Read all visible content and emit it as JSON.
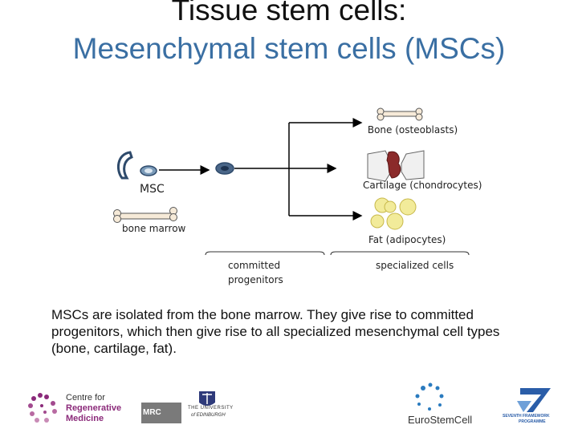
{
  "title": {
    "line1": "Tissue stem cells:",
    "line2": "Mesenchymal stem cells (MSCs)"
  },
  "diagram": {
    "labels": {
      "msc": "MSC",
      "bone_marrow": "bone marrow",
      "bone": "Bone (osteoblasts)",
      "cartilage": "Cartilage (chondrocytes)",
      "fat": "Fat (adipocytes)",
      "committed_line1": "committed",
      "committed_line2": "progenitors",
      "specialized": "specialized cells"
    }
  },
  "caption": "MSCs are isolated from the bone marrow. They give rise to committed progenitors, which then give rise to all specialized mesenchymal cell types (bone, cartilage, fat).",
  "logos": {
    "crm_line1": "Centre for",
    "crm_line2": "Regenerative",
    "crm_line3": "Medicine",
    "mrc": "MRC",
    "edinburgh_line1": "THE UNIVERSITY",
    "edinburgh_line2": "of EDINBURGH",
    "eurostemcell": "EuroStemCell",
    "fp7_line1": "SEVENTH FRAMEWORK",
    "fp7_line2": "PROGRAMME"
  },
  "colors": {
    "title_blue": "#3a6fa3",
    "cell_blue": "#2e4a6b",
    "crm_purple": "#8b2a7a",
    "euro_blue": "#2a7bbf"
  }
}
